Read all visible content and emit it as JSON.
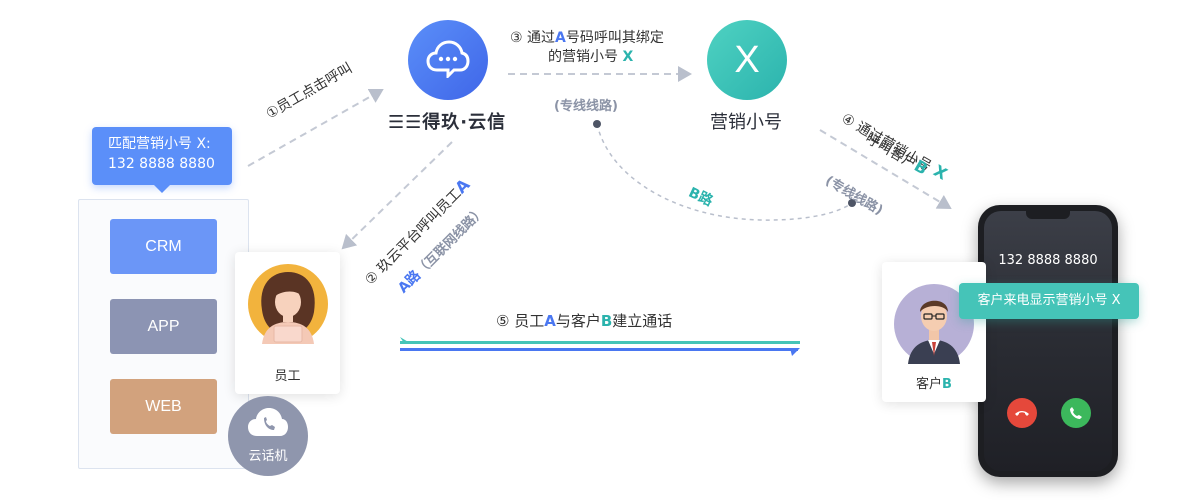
{
  "tooltip": {
    "line1": "匹配营销小号 X:",
    "line2": "132 8888 8880"
  },
  "systems": {
    "crm": "CRM",
    "app": "APP",
    "web": "WEB"
  },
  "colors": {
    "crm": "#5b8ff9",
    "app": "#8c94b3",
    "web": "#d4a27c",
    "brand_blue": "#4a77f1",
    "teal": "#2bb3ad"
  },
  "employee": {
    "label": "员工"
  },
  "cloud_phone": {
    "label": "云话机"
  },
  "brand": {
    "name": "☰☰得玖·云信"
  },
  "marketing": {
    "symbol": "X",
    "label": "营销小号"
  },
  "steps": {
    "s1": "①员工点击呼叫",
    "s2_prefix": "② 玖云平台呼叫员工",
    "s2_emph": "A",
    "s2_route": "A路",
    "s2_route_note": "（互联网线路）",
    "s3_prefix": "③ 通过",
    "s3_a": "A",
    "s3_mid": "号码呼叫其绑定",
    "s3_line2": "的营销小号",
    "s3_x": "X",
    "s3_note": "(专线线路)",
    "s4_line1": "④ 通过营销小号",
    "s4_x": "X",
    "s4_line2": "呼叫客户",
    "s4_b": "B",
    "s4_note": "(专线线路)",
    "b_route": "B路",
    "s5_prefix": "⑤ 员工",
    "s5_a": "A",
    "s5_mid": "与客户",
    "s5_b": "B",
    "s5_suffix": "建立通话"
  },
  "customer": {
    "label_prefix": "客户",
    "label_b": "B"
  },
  "phone": {
    "number": "132 8888 8880",
    "display_tip": "客户来电显示营销小号 X"
  }
}
